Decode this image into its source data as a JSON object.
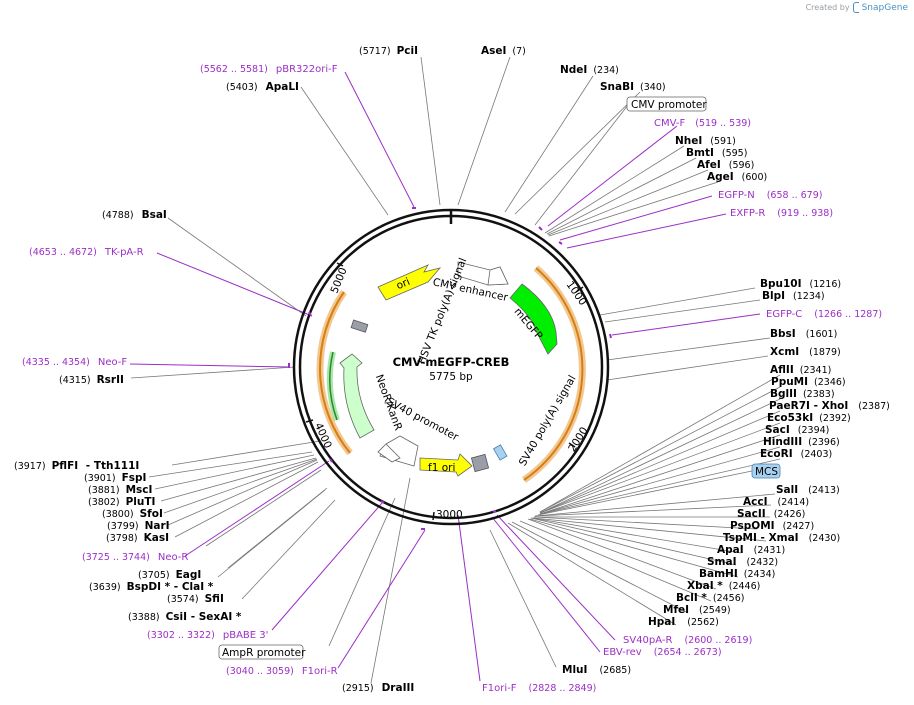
{
  "credit": {
    "created_by": "Created by",
    "brand": "SnapGene"
  },
  "plasmid": {
    "name": "CMV-mEGFP-CREB",
    "length_label": "5775 bp"
  },
  "ruler": [
    "1000",
    "2000",
    "3000",
    "4000",
    "5000"
  ],
  "features": [
    {
      "name": "ori",
      "color": "#ffff00"
    },
    {
      "name": "CMV enhancer",
      "color": "#ffffff"
    },
    {
      "name": "mEGFP",
      "color": "#00ff00"
    },
    {
      "name": "SV40 poly(A) signal",
      "color": "#999999"
    },
    {
      "name": "f1 ori",
      "color": "#ffff00"
    },
    {
      "name": "SV40 promoter",
      "color": "#ffffff"
    },
    {
      "name": "NeoR/KanR",
      "color": "#ccffcc"
    },
    {
      "name": "HSV TK poly(A) signal",
      "color": "#999999"
    }
  ],
  "labels": {
    "pcil": {
      "pos": "(5717)",
      "name": "PciI"
    },
    "asel": {
      "name": "AseI",
      "pos": "(7)"
    },
    "ndel": {
      "name": "NdeI",
      "pos": "(234)"
    },
    "snabi": {
      "name": "SnaBI",
      "pos": "(340)"
    },
    "cmv_promoter": {
      "name": "CMV promoter"
    },
    "cmv_f": {
      "name": "CMV-F",
      "pos": "(519 .. 539)"
    },
    "nhei": {
      "name": "NheI",
      "pos": "(591)"
    },
    "bmti": {
      "name": "BmtI",
      "pos": "(595)"
    },
    "afei": {
      "name": "AfeI",
      "pos": "(596)"
    },
    "agei": {
      "name": "AgeI",
      "pos": "(600)"
    },
    "egfp_n": {
      "name": "EGFP-N",
      "pos": "(658 .. 679)"
    },
    "exfp_r": {
      "name": "EXFP-R",
      "pos": "(919 .. 938)"
    },
    "bpu10i": {
      "name": "Bpu10I",
      "pos": "(1216)"
    },
    "blpi": {
      "name": "BlpI",
      "pos": "(1234)"
    },
    "egfp_c": {
      "name": "EGFP-C",
      "pos": "(1266 .. 1287)"
    },
    "bbsi": {
      "name": "BbsI",
      "pos": "(1601)"
    },
    "xcmi": {
      "name": "XcmI",
      "pos": "(1879)"
    },
    "aflii": {
      "name": "AflII",
      "pos": "(2341)"
    },
    "ppumi": {
      "name": "PpuMI",
      "pos": "(2346)"
    },
    "bglii": {
      "name": "BglII",
      "pos": "(2383)"
    },
    "paer7i": {
      "name": "PaeR7I",
      "sep": " - ",
      "name2": "XhoI",
      "pos": "(2387)"
    },
    "eco53ki": {
      "name": "Eco53kI",
      "pos": "(2392)"
    },
    "saci": {
      "name": "SacI",
      "pos": "(2394)"
    },
    "hindiii": {
      "name": "HindIII",
      "pos": "(2396)"
    },
    "ecori": {
      "name": "EcoRI",
      "pos": "(2403)"
    },
    "mcs": {
      "name": "MCS"
    },
    "sali": {
      "name": "SalI",
      "pos": "(2413)"
    },
    "acci": {
      "name": "AccI",
      "pos": "(2414)"
    },
    "sacii": {
      "name": "SacII",
      "pos": "(2426)"
    },
    "pspomi": {
      "name": "PspOMI",
      "pos": "(2427)"
    },
    "tspmi": {
      "name": "TspMI",
      "sep": " - ",
      "name2": "XmaI",
      "pos": "(2430)"
    },
    "apai": {
      "name": "ApaI",
      "pos": "(2431)"
    },
    "smai": {
      "name": "SmaI",
      "pos": "(2432)"
    },
    "bamhi": {
      "name": "BamHI",
      "pos": "(2434)"
    },
    "xbai": {
      "name": "XbaI *",
      "pos": "(2446)"
    },
    "bcli": {
      "name": "BclI *",
      "pos": "(2456)"
    },
    "mfei": {
      "name": "MfeI",
      "pos": "(2549)"
    },
    "hpai": {
      "name": "HpaI",
      "pos": "(2562)"
    },
    "sv40pa_r": {
      "name": "SV40pA-R",
      "pos": "(2600 .. 2619)"
    },
    "ebv_rev": {
      "name": "EBV-rev",
      "pos": "(2654 .. 2673)"
    },
    "mlui": {
      "name": "MluI",
      "pos": "(2685)"
    },
    "f1ori_f": {
      "name": "F1ori-F",
      "pos": "(2828 .. 2849)"
    },
    "draiii": {
      "pos": "(2915)",
      "name": "DraIII"
    },
    "f1ori_r": {
      "pos": "(3040 .. 3059)",
      "name": "F1ori-R"
    },
    "ampr_promoter": {
      "name": "AmpR promoter"
    },
    "pbabe3": {
      "pos": "(3302 .. 3322)",
      "name": "pBABE 3'"
    },
    "csii": {
      "pos": "(3388)",
      "name": "CsiI",
      "sep": " - ",
      "name2": "SexAI *"
    },
    "sfii": {
      "pos": "(3574)",
      "name": "SfiI"
    },
    "bspdi": {
      "pos": "(3639)",
      "name": "BspDI *",
      "sep": " - ",
      "name2": "ClaI *"
    },
    "eagi": {
      "pos": "(3705)",
      "name": "EagI"
    },
    "neo_r": {
      "pos": "(3725 .. 3744)",
      "name": "Neo-R"
    },
    "kasi": {
      "pos": "(3798)",
      "name": "KasI"
    },
    "nari": {
      "pos": "(3799)",
      "name": "NarI"
    },
    "sfoi": {
      "pos": "(3800)",
      "name": "SfoI"
    },
    "plutl": {
      "pos": "(3802)",
      "name": "PluTI"
    },
    "msci": {
      "pos": "(3881)",
      "name": "MscI"
    },
    "fspi": {
      "pos": "(3901)",
      "name": "FspI"
    },
    "pflfi": {
      "pos": "(3917)",
      "name": "PflFI",
      "sep": " - ",
      "name2": "Tth111I"
    },
    "rsrii": {
      "pos": "(4315)",
      "name": "RsrII"
    },
    "neo_f": {
      "pos": "(4335 .. 4354)",
      "name": "Neo-F"
    },
    "tk_pa_r": {
      "pos": "(4653 .. 4672)",
      "name": "TK-pA-R"
    },
    "bsai": {
      "pos": "(4788)",
      "name": "BsaI"
    },
    "apali": {
      "pos": "(5403)",
      "name": "ApaLI"
    },
    "pbr322ori_f": {
      "pos": "(5562 .. 5581)",
      "name": "pBR322ori-F"
    }
  }
}
